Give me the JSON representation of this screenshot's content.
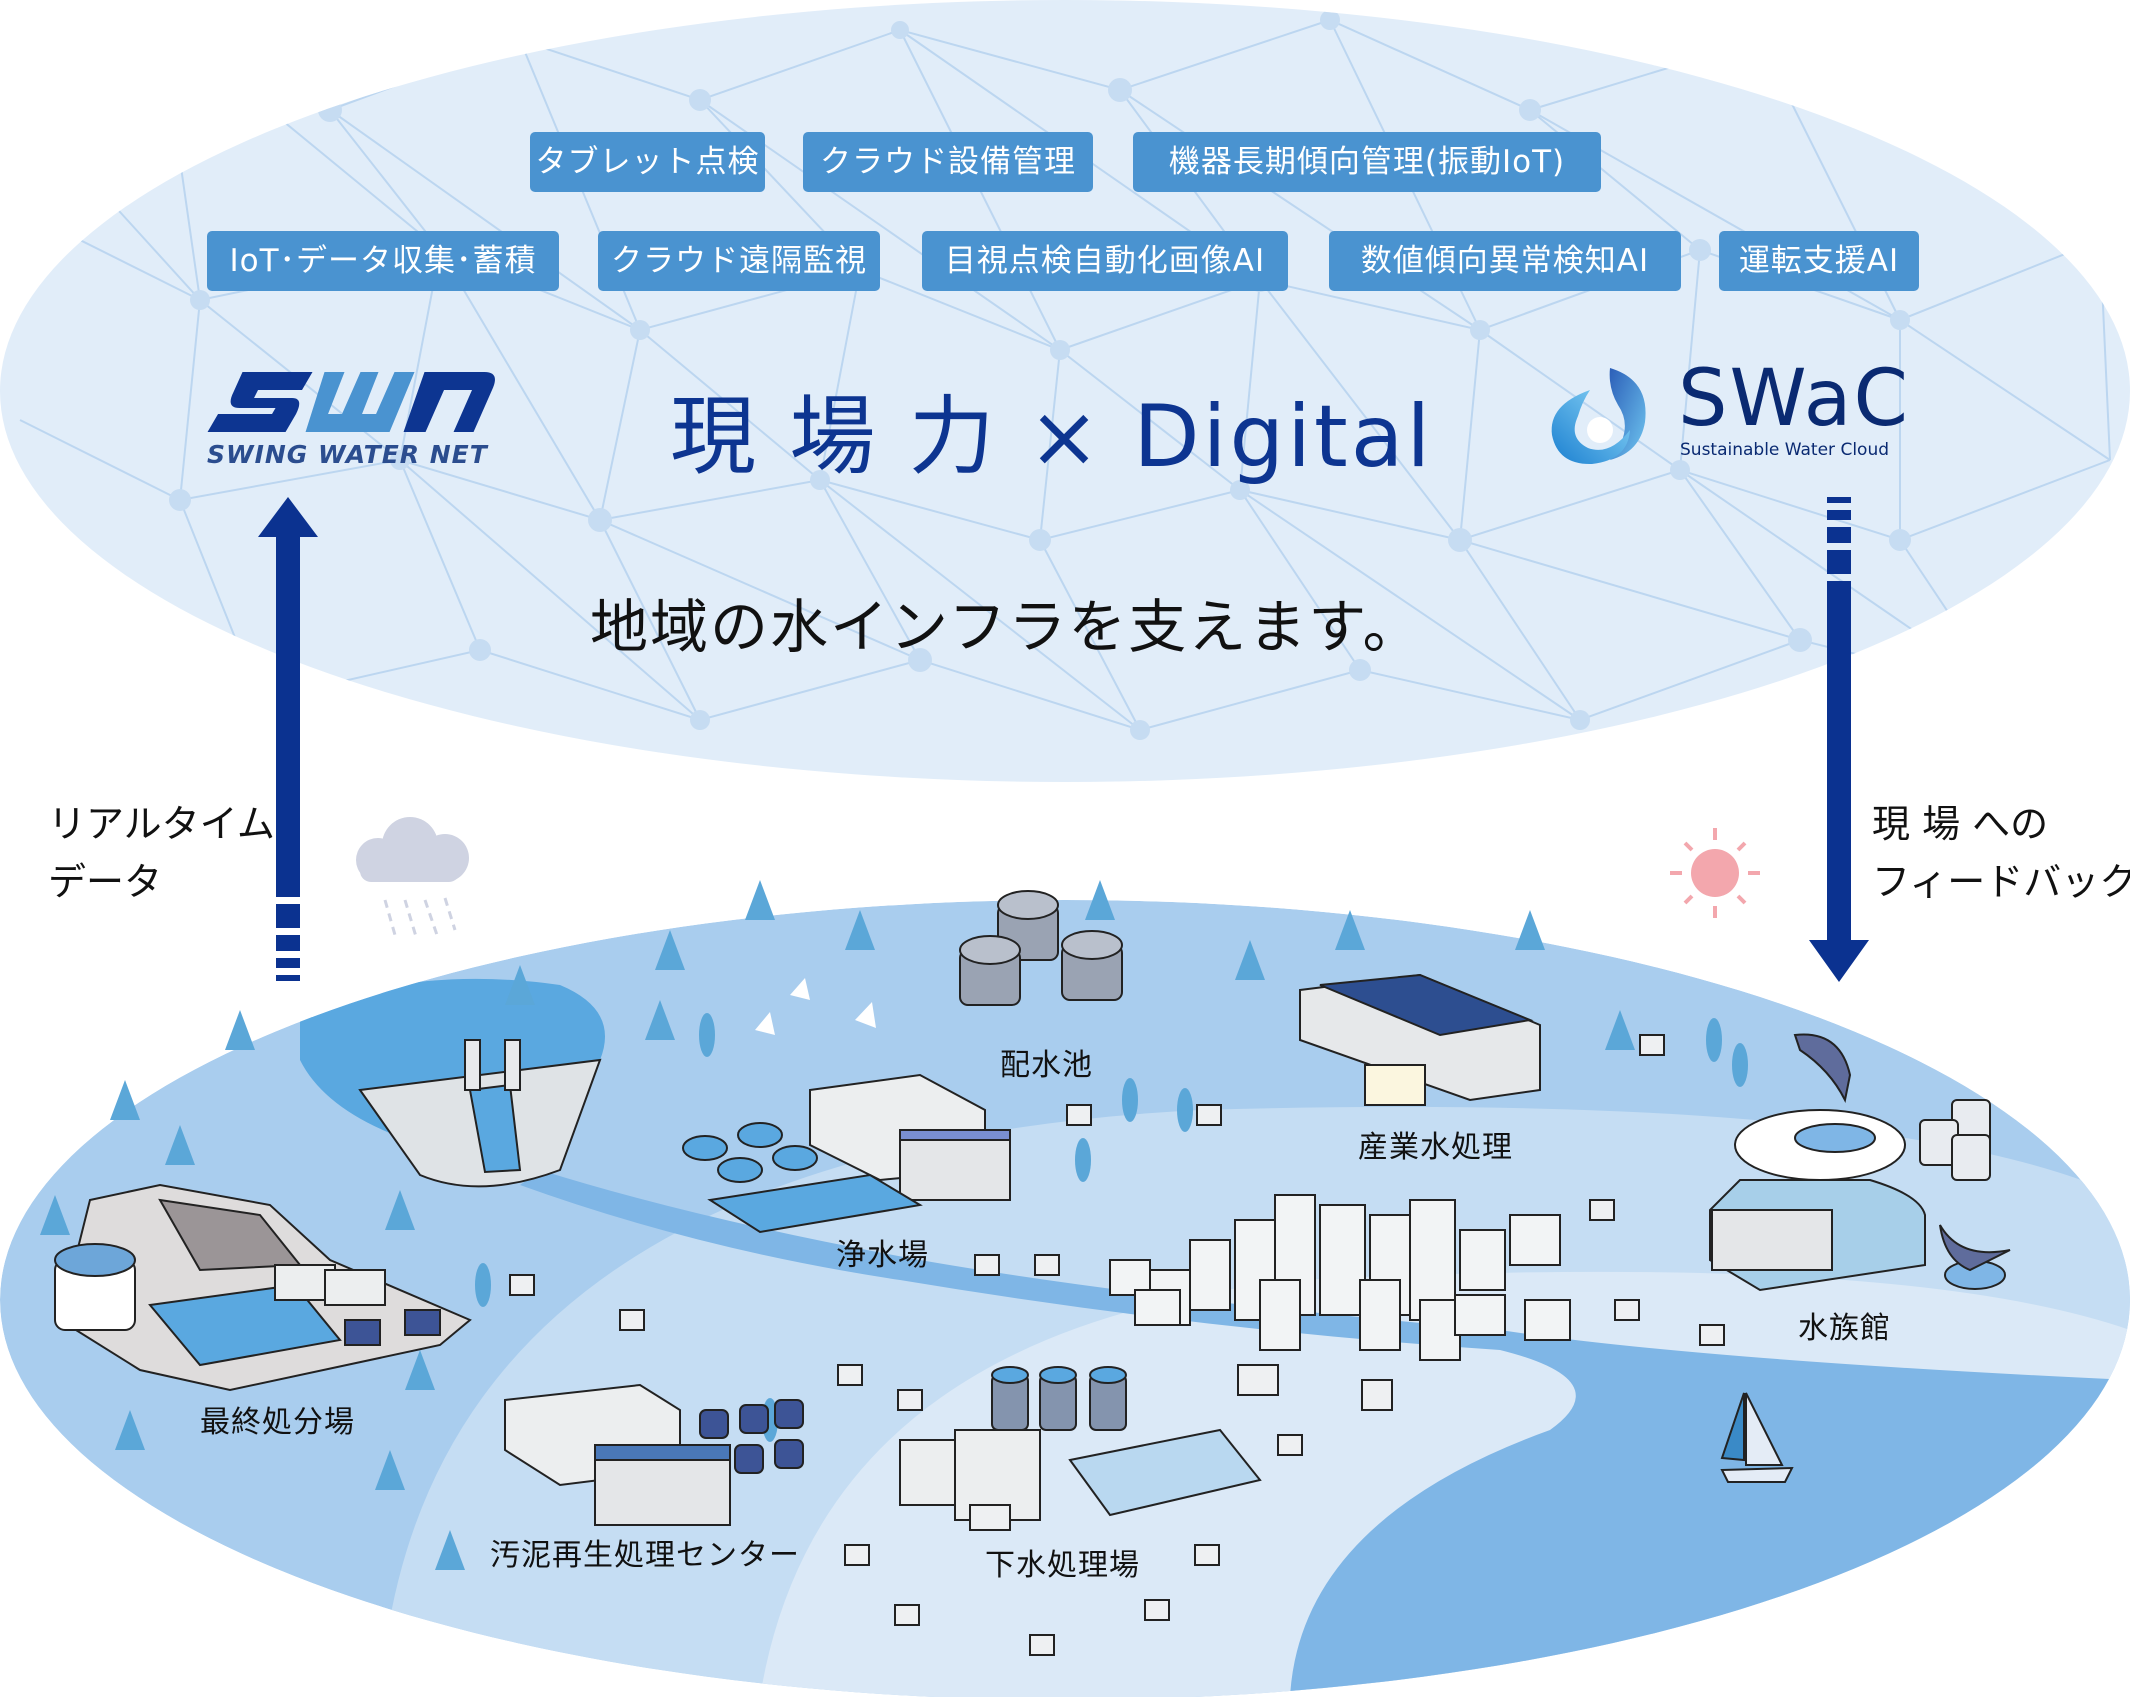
{
  "top_panel": {
    "service_pills_row1": [
      {
        "label": "タブレット点検"
      },
      {
        "label": "クラウド設備管理"
      },
      {
        "label": "機器長期傾向管理(振動IoT)"
      }
    ],
    "service_pills_row2": [
      {
        "label": "IoT･データ収集･蓄積"
      },
      {
        "label": "クラウド遠隔監視"
      },
      {
        "label": "目視点検自動化画像AI"
      },
      {
        "label": "数値傾向異常検知AI"
      },
      {
        "label": "運転支援AI"
      }
    ],
    "swn_logo": {
      "mark": "SWN",
      "subtitle": "SWING WATER NET"
    },
    "headline": "現 場 力 × Digital",
    "swac_logo": {
      "mark": "SWaC",
      "subtitle": "Sustainable Water Cloud"
    },
    "tagline": "地域の水インフラを支えます。"
  },
  "arrows": {
    "left": {
      "direction": "up",
      "label": "リアルタイム\nデータ"
    },
    "right": {
      "direction": "down",
      "label": "現 場 への\nフィードバック"
    }
  },
  "map": {
    "facilities": [
      {
        "id": "distribution-reservoir",
        "label": "配水池"
      },
      {
        "id": "industrial-water",
        "label": "産業水処理"
      },
      {
        "id": "water-purification",
        "label": "浄水場"
      },
      {
        "id": "aquarium",
        "label": "水族館"
      },
      {
        "id": "final-disposal",
        "label": "最終処分場"
      },
      {
        "id": "sludge-recycling",
        "label": "汚泥再生処理センター"
      },
      {
        "id": "sewage-treatment",
        "label": "下水処理場"
      }
    ],
    "decorations": [
      "rain-cloud-icon",
      "sun-icon",
      "dam",
      "birds",
      "city-buildings",
      "sailboat",
      "dolphin",
      "whale-fountain",
      "trees",
      "houses"
    ]
  },
  "colors": {
    "pill_bg": "#4a93d0",
    "navy": "#0d3591",
    "top_bg": "#e1edf9",
    "map_outer": "#a9cdee",
    "map_inner": "#c5ddf3",
    "map_center": "#dbe9f7",
    "river": "#7fb6e6",
    "sun": "#f3a7ad",
    "cloud": "#cfd3e2"
  }
}
